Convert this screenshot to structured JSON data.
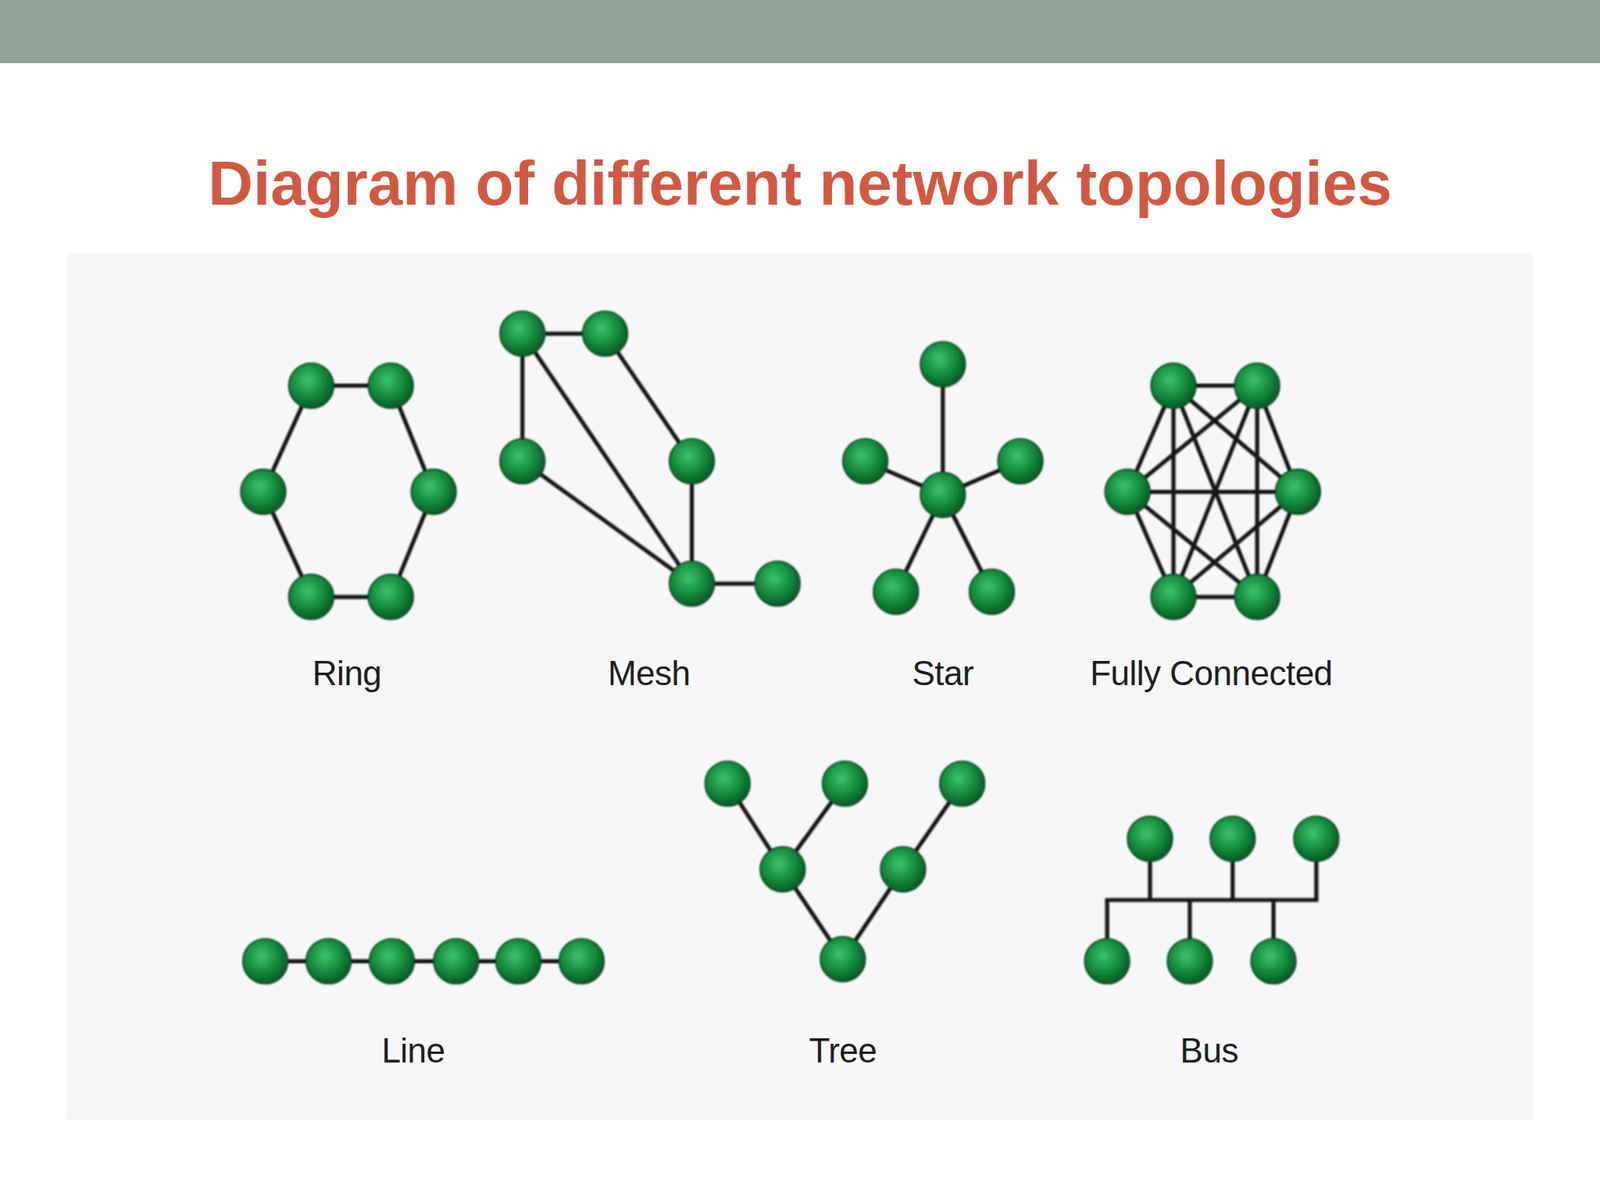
{
  "diagram": {
    "title": "Diagram of different network topologies",
    "labels": [
      "Ring",
      "Mesh",
      "Star",
      "Fully Connected",
      "Line",
      "Tree",
      "Bus"
    ]
  }
}
